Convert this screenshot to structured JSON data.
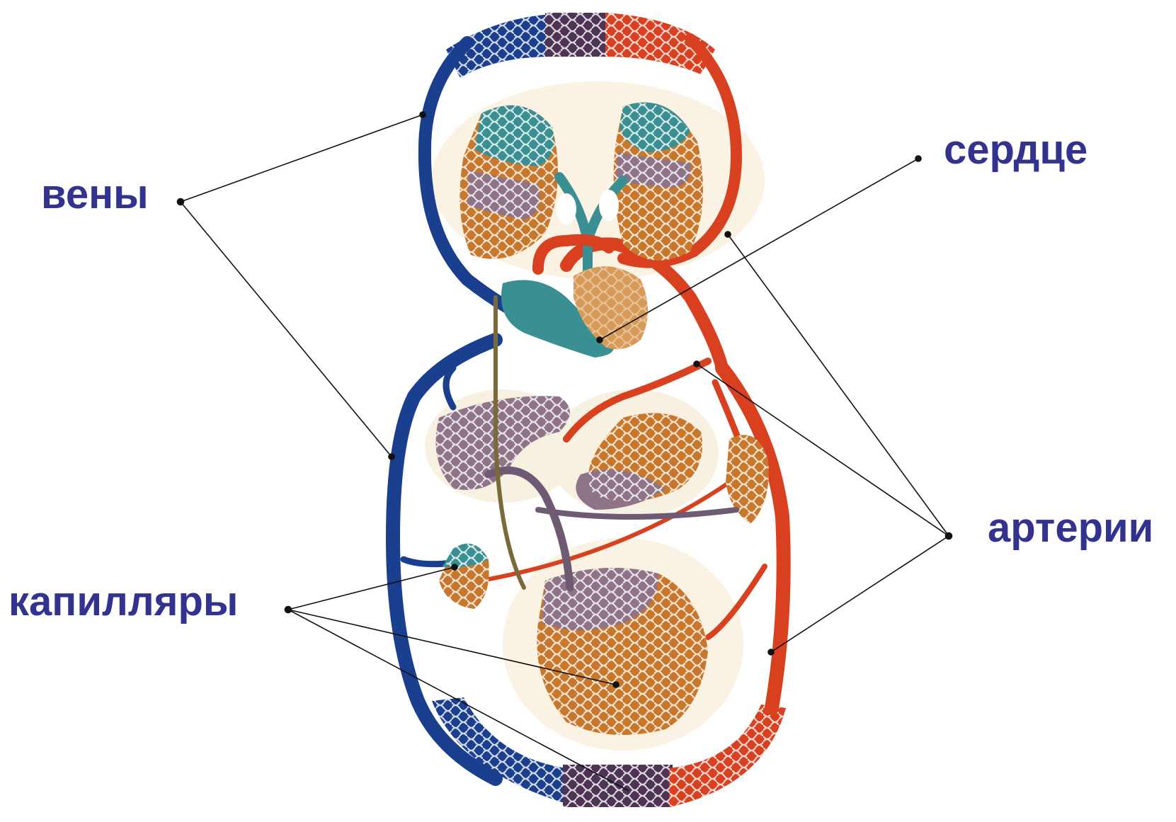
{
  "labels": {
    "veins": "вены",
    "heart": "сердце",
    "arteries": "артерии",
    "capillaries": "капилляры"
  },
  "colors": {
    "label_text": "#33338f",
    "vein_blue": "#1b3f8f",
    "artery_red": "#d9401f",
    "pulmonary_teal": "#3a8f92",
    "capillary_orange": "#c9772b",
    "capillary_mauve": "#8e7486",
    "leader_line": "#111111"
  }
}
